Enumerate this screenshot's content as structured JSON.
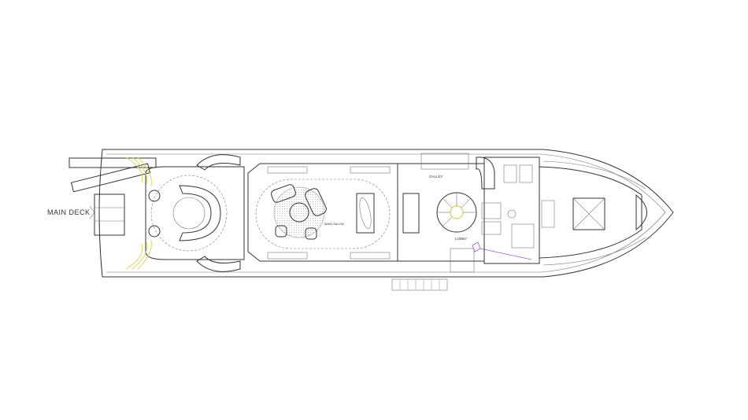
{
  "drawing": {
    "deck_label": "MAIN DECK",
    "rooms": {
      "main_salon": "MAIN SALON",
      "galley": "GALLEY",
      "lobby": "LOBBY"
    }
  },
  "colors": {
    "line": "#333333",
    "hatch": "#bdbdbd",
    "yellow_steps": "#d8d860",
    "purple_detail": "#9b59d0"
  }
}
